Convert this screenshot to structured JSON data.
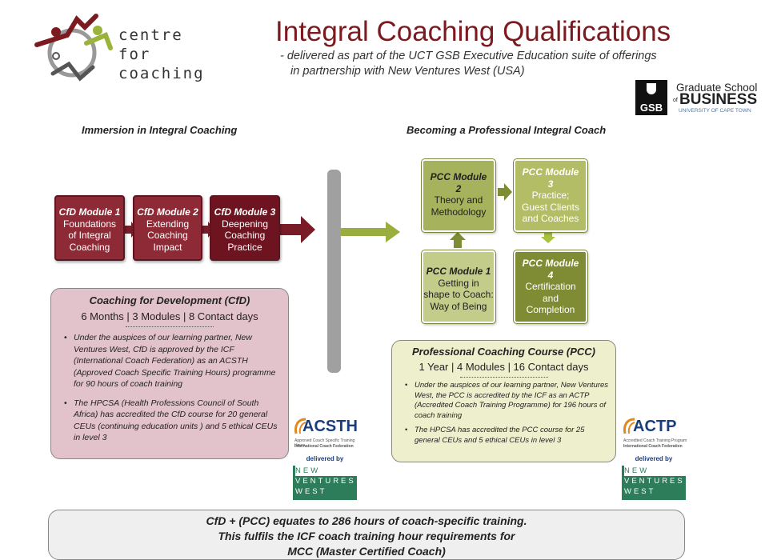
{
  "logo": {
    "line1": "centre for",
    "line2": "coaching"
  },
  "header": {
    "title": "Integral Coaching Qualifications",
    "subtitle_line1": "- delivered as part of the UCT GSB Executive Education suite of offerings",
    "subtitle_line2": "in partnership with New Ventures West (USA)"
  },
  "gsb": {
    "abbr": "GSB",
    "line1": "Graduate School",
    "line2_prefix": "of",
    "line2": "BUSINESS",
    "line3": "UNIVERSITY OF CAPE TOWN"
  },
  "cfd": {
    "section_heading": "Immersion in Integral Coaching",
    "modules": [
      {
        "title": "CfD Module 1",
        "text_l1": "Foundations",
        "text_l2": "of Integral",
        "text_l3": "Coaching"
      },
      {
        "title": "CfD Module 2",
        "text_l1": "Extending",
        "text_l2": "Coaching",
        "text_l3": "Impact"
      },
      {
        "title": "CfD Module 3",
        "text_l1": "Deepening",
        "text_l2": "Coaching",
        "text_l3": "Practice"
      }
    ],
    "panel": {
      "title": "Coaching for Development (CfD)",
      "stats": "6 Months  |  3 Modules  |  8 Contact days",
      "bullets": [
        "Under the auspices of our learning partner, New Ventures West, CfD is approved by the ICF (International Coach Federation) as an ACSTH (Approved Coach Specific Training Hours) programme for 90 hours of coach training",
        "The HPCSA (Health Professions Council of South Africa) has accredited the CfD course for 20 general CEUs (continuing education units ) and 5 ethical CEUs in level 3"
      ]
    },
    "badge": {
      "name": "ACSTH",
      "sub_l1": "Approved Coach Specific Training Hours",
      "sub_l2": "International Coach Federation"
    }
  },
  "pcc": {
    "section_heading": "Becoming a Professional Integral Coach",
    "modules": [
      {
        "title": "PCC Module 1",
        "text_l1": "Getting in",
        "text_l2": "shape to Coach:",
        "text_l3": "Way of Being"
      },
      {
        "title_l1": "PCC Module",
        "title_l2": "2",
        "text_l1": "Theory and",
        "text_l2": "Methodology"
      },
      {
        "title_l1": "PCC Module",
        "title_l2": "3",
        "text_l1": "Practice;",
        "text_l2": "Guest Clients",
        "text_l3": "and Coaches"
      },
      {
        "title_l1": "PCC Module",
        "title_l2": "4",
        "text_l1": "Certification",
        "text_l2": "and",
        "text_l3": "Completion"
      }
    ],
    "panel": {
      "title": "Professional Coaching Course (PCC)",
      "stats": "1 Year  |  4 Modules  |  16 Contact days",
      "bullets": [
        "Under the auspices of our learning partner, New Ventures West, the PCC is accredited by the ICF as an ACTP (Accredited Coach Training Programme) for 196 hours of coach training",
        "The HPCSA has accredited the PCC course for 25 general  CEUs and 5 ethical CEUs in level 3"
      ]
    },
    "badge": {
      "name": "ACTP",
      "sub_l1": "Accredited Coach Training Program",
      "sub_l2": "International Coach Federation"
    }
  },
  "nvw": {
    "delivered_by": "delivered by",
    "line1": "NEW",
    "line2": "VENTURES",
    "line3": "WEST"
  },
  "footer": {
    "line1": "CfD + (PCC) equates to 286  hours of coach-specific training.",
    "line2": "This fulfils the ICF coach training hour requirements for",
    "line3": "MCC (Master Certified Coach)"
  },
  "colors": {
    "title": "#7b1a1f",
    "cfd_box": "#8e2a36",
    "cfd_panel": "#e3c3cb",
    "pcc_panel": "#eef0cd",
    "pcc_dark": "#7f8c33",
    "arrow_green": "#9aad3f",
    "divider": "#9a9a9a"
  }
}
